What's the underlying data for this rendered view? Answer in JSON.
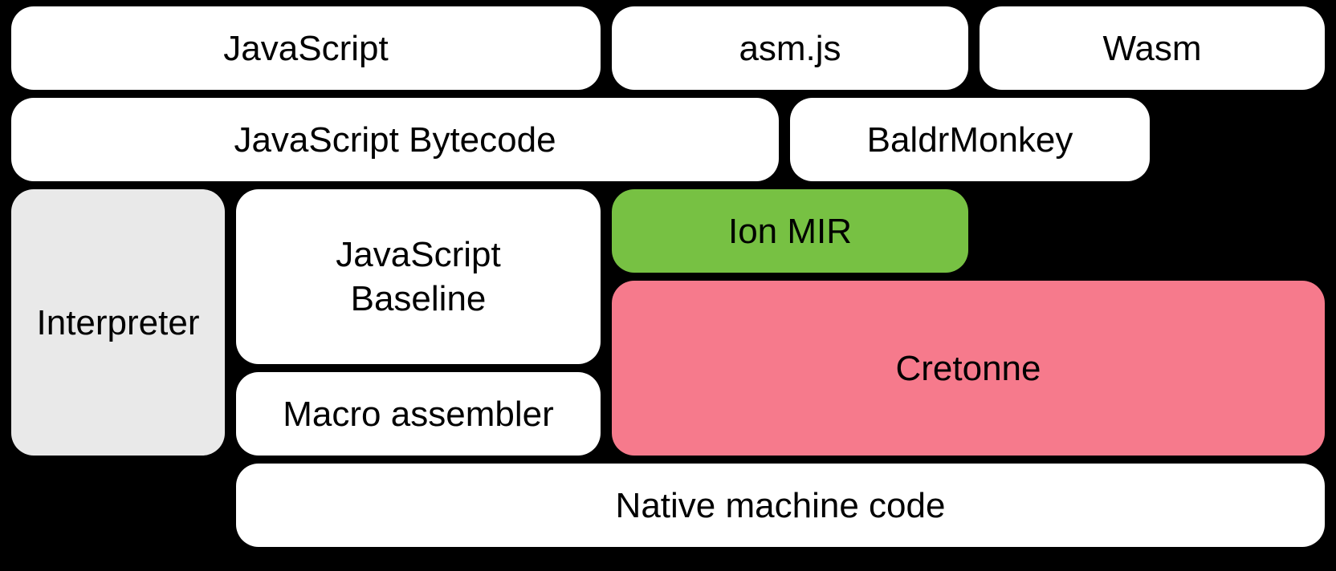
{
  "nodes": [
    {
      "id": "javascript",
      "label": "JavaScript",
      "color": "#ffffff"
    },
    {
      "id": "asmjs",
      "label": "asm.js",
      "color": "#ffffff"
    },
    {
      "id": "wasm",
      "label": "Wasm",
      "color": "#ffffff"
    },
    {
      "id": "javascript-bytecode",
      "label": "JavaScript Bytecode",
      "color": "#ffffff"
    },
    {
      "id": "baldrmonkey",
      "label": "BaldrMonkey",
      "color": "#ffffff"
    },
    {
      "id": "interpreter",
      "label": "Interpreter",
      "color": "#e9e9e9"
    },
    {
      "id": "javascript-baseline",
      "label": "JavaScript Baseline",
      "color": "#ffffff"
    },
    {
      "id": "ion-mir",
      "label": "Ion MIR",
      "color": "#77c143"
    },
    {
      "id": "cretonne",
      "label": "Cretonne",
      "color": "#f67a8c"
    },
    {
      "id": "macro-assembler",
      "label": "Macro assembler",
      "color": "#ffffff"
    },
    {
      "id": "native-machine-code",
      "label": "Native machine code",
      "color": "#ffffff"
    }
  ],
  "colors": {
    "background": "#000000",
    "box_default": "#ffffff",
    "interpreter_gray": "#e9e9e9",
    "ion_mir_green": "#77c143",
    "cretonne_pink": "#f67a8c",
    "text": "#000000"
  }
}
